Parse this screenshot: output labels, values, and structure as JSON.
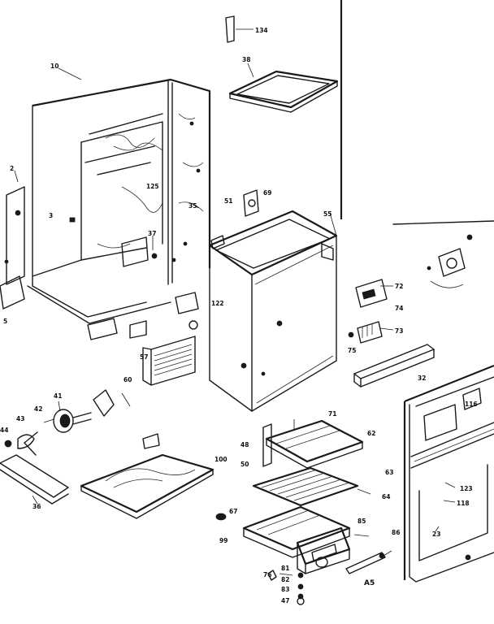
{
  "labels": [
    {
      "id": "134",
      "text": "134"
    },
    {
      "id": "38",
      "text": "38"
    },
    {
      "id": "10",
      "text": "10"
    },
    {
      "id": "37",
      "text": "37"
    },
    {
      "id": "125",
      "text": "125"
    },
    {
      "id": "35",
      "text": "35"
    },
    {
      "id": "51",
      "text": "51"
    },
    {
      "id": "69",
      "text": "69"
    },
    {
      "id": "55",
      "text": "55"
    },
    {
      "id": "72",
      "text": "72"
    },
    {
      "id": "74",
      "text": "74"
    },
    {
      "id": "73",
      "text": "73"
    },
    {
      "id": "75",
      "text": "75"
    },
    {
      "id": "122",
      "text": "122"
    },
    {
      "id": "57",
      "text": "57"
    },
    {
      "id": "42",
      "text": "42"
    },
    {
      "id": "41",
      "text": "41"
    },
    {
      "id": "43",
      "text": "43"
    },
    {
      "id": "36",
      "text": "36"
    },
    {
      "id": "44",
      "text": "44"
    },
    {
      "id": "100",
      "text": "100"
    },
    {
      "id": "71",
      "text": "71"
    },
    {
      "id": "62",
      "text": "62"
    },
    {
      "id": "48",
      "text": "48"
    },
    {
      "id": "50",
      "text": "50"
    },
    {
      "id": "63",
      "text": "63"
    },
    {
      "id": "64",
      "text": "64"
    },
    {
      "id": "67",
      "text": "67"
    },
    {
      "id": "85",
      "text": "85"
    },
    {
      "id": "86",
      "text": "86"
    },
    {
      "id": "99",
      "text": "99"
    },
    {
      "id": "76",
      "text": "76"
    },
    {
      "id": "81",
      "text": "81"
    },
    {
      "id": "82",
      "text": "82"
    },
    {
      "id": "83",
      "text": "83"
    },
    {
      "id": "47",
      "text": "47"
    },
    {
      "id": "A5",
      "text": "A5"
    },
    {
      "id": "123",
      "text": "123"
    },
    {
      "id": "118",
      "text": "118"
    },
    {
      "id": "23",
      "text": "23"
    },
    {
      "id": "116",
      "text": "116"
    },
    {
      "id": "32",
      "text": "32"
    },
    {
      "id": "60",
      "text": "60"
    },
    {
      "id": "3",
      "text": "3"
    },
    {
      "id": "2",
      "text": "2"
    },
    {
      "id": "5",
      "text": "5"
    }
  ]
}
